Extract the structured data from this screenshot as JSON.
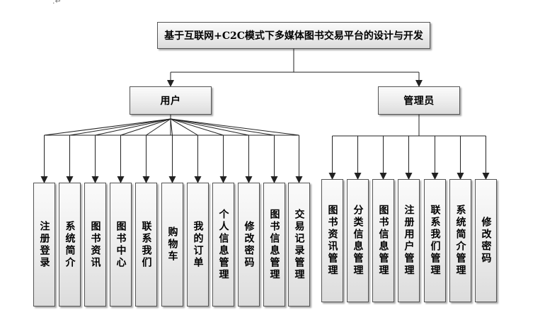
{
  "corner_mark": ".↵",
  "root": {
    "label": "基于互联网+C2C模式下多媒体图书交易平台的设计与开发"
  },
  "branches": [
    {
      "label": "用户",
      "children": [
        "注册登录",
        "系统简介",
        "图书资讯",
        "图书中心",
        "联系我们",
        "购物车",
        "我的订单",
        "个人信息管理",
        "修改密码",
        "图书信息管理",
        "交易记录管理"
      ]
    },
    {
      "label": "管理员",
      "children": [
        "图书资讯管理",
        "分类信息管理",
        "图书信息管理",
        "注册用户管理",
        "联系我们管理",
        "系统简介管理",
        "修改密码"
      ]
    }
  ]
}
